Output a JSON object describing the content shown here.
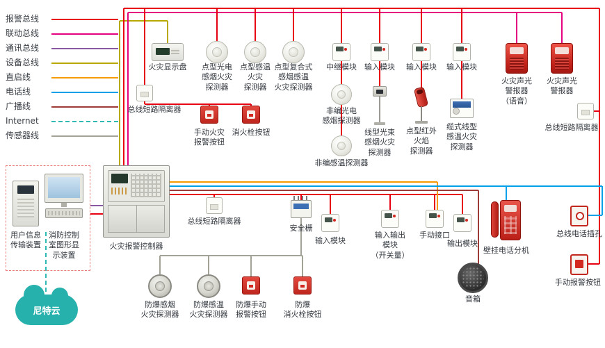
{
  "colors": {
    "alarm_bus": "#e60012",
    "linkage_bus": "#e4007f",
    "comm_bus": "#8a57a2",
    "device_bus": "#b8a800",
    "direct_start": "#f59a00",
    "phone_line": "#00a0e9",
    "broadcast_line": "#9e3a38",
    "internet": "#2fb9b3",
    "sensor_line": "#a2a296"
  },
  "legend": {
    "items": [
      {
        "label": "报警总线",
        "dashed": false
      },
      {
        "label": "联动总线",
        "dashed": false
      },
      {
        "label": "通讯总线",
        "dashed": false
      },
      {
        "label": "设备总线",
        "dashed": false
      },
      {
        "label": "直启线",
        "dashed": false
      },
      {
        "label": "电话线",
        "dashed": false
      },
      {
        "label": "广播线",
        "dashed": false
      },
      {
        "label": "Internet",
        "dashed": true
      },
      {
        "label": "传感器线",
        "dashed": false
      }
    ]
  },
  "labels": {
    "fire_display": "火灾显示盘",
    "det_smoke": "点型光电\n感烟火灾\n探测器",
    "det_heat": "点型感温\n火灾\n探测器",
    "det_combo": "点型复合式\n感烟感温\n火灾探测器",
    "relay_module": "中继模块",
    "input_module_1": "输入模块",
    "input_module_2": "输入模块",
    "input_module_3": "输入模块",
    "alarm_voice": "火灾声光\n警报器\n（语音）",
    "alarm_plain": "火灾声光\n警报器",
    "isolator_tl": "总线短路隔离器",
    "manual_call": "手动火灾\n报警按钮",
    "hydrant_btn": "消火栓按钮",
    "nc_smoke": "非编光电\n感烟探测器",
    "beam_det": "线型光束\n感烟火灾\n探测器",
    "flame_det": "点型红外\n火焰\n探测器",
    "cable_det": "缆式线型\n感温火灾\n探测器",
    "isolator_tr": "总线短路隔离器",
    "nc_heat": "非编感温探测器",
    "uit": "用户信息\n传输装置",
    "workstation": "消防控制\n室图形显\n示装置",
    "controller": "火灾报警控制器",
    "isolator_mid": "总线短路隔离器",
    "safety_barrier": "安全栅",
    "input_mid": "输入模块",
    "io_module": "输入输出\n模块\n（开关量）",
    "manual_iface": "手动接口",
    "output_module": "输出模块",
    "wall_phone": "壁挂电话分机",
    "phone_jack": "总线电话插孔",
    "manual_alarm": "手动报警按钮",
    "speaker": "音箱",
    "ex_smoke": "防爆感烟\n火灾探测器",
    "ex_heat": "防爆感温\n火灾探测器",
    "ex_manual": "防爆手动\n报警按钮",
    "ex_hydrant": "防爆\n消火栓按钮",
    "cloud": "尼特云"
  }
}
